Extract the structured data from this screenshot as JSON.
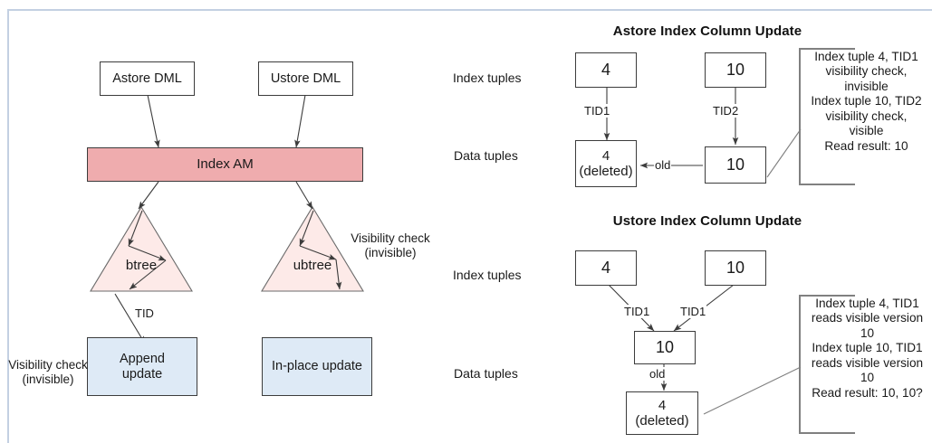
{
  "figure": {
    "left_panel": {
      "source_boxes": [
        {
          "label": "Astore DML"
        },
        {
          "label": "Ustore DML"
        }
      ],
      "index_am": {
        "label": "Index AM",
        "color": "#efacae"
      },
      "trees": [
        {
          "label": "btree"
        },
        {
          "label": "ubtree"
        }
      ],
      "result_boxes": [
        {
          "label": "Append\nupdate",
          "color": "#deeaf6"
        },
        {
          "label": "In-place update",
          "color": "#deeaf6"
        }
      ],
      "edge_labels": {
        "tid": "TID"
      },
      "notes": [
        {
          "label": "Visibility check\n(invisible)"
        },
        {
          "label": "Visibility check\n(invisible)"
        }
      ]
    },
    "right_panel": {
      "row_labels": {
        "index_tuples": "Index tuples",
        "data_tuples": "Data tuples"
      },
      "astore": {
        "title": "Astore Index Column Update",
        "index_tuples": [
          {
            "value": "4"
          },
          {
            "value": "10"
          }
        ],
        "data_tuples": [
          {
            "value": "4\n(deleted)"
          },
          {
            "value": "10"
          }
        ],
        "pointer_labels": [
          "TID1",
          "TID2"
        ],
        "version_label": "old",
        "annotation": "Index tuple 4, TID1\nvisibility check,\ninvisible\nIndex tuple 10, TID2\nvisibility check,\nvisible\nRead result: 10"
      },
      "ustore": {
        "title": "Ustore Index Column Update",
        "index_tuples": [
          {
            "value": "4"
          },
          {
            "value": "10"
          }
        ],
        "data_tuples": [
          {
            "value": "10"
          },
          {
            "value": "4\n(deleted)"
          }
        ],
        "pointer_labels": [
          "TID1",
          "TID1"
        ],
        "version_label": "old",
        "annotation": "Index tuple 4, TID1\nreads visible version\n10\nIndex tuple 10, TID1\nreads visible version\n10\nRead result: 10, 10?"
      }
    }
  }
}
